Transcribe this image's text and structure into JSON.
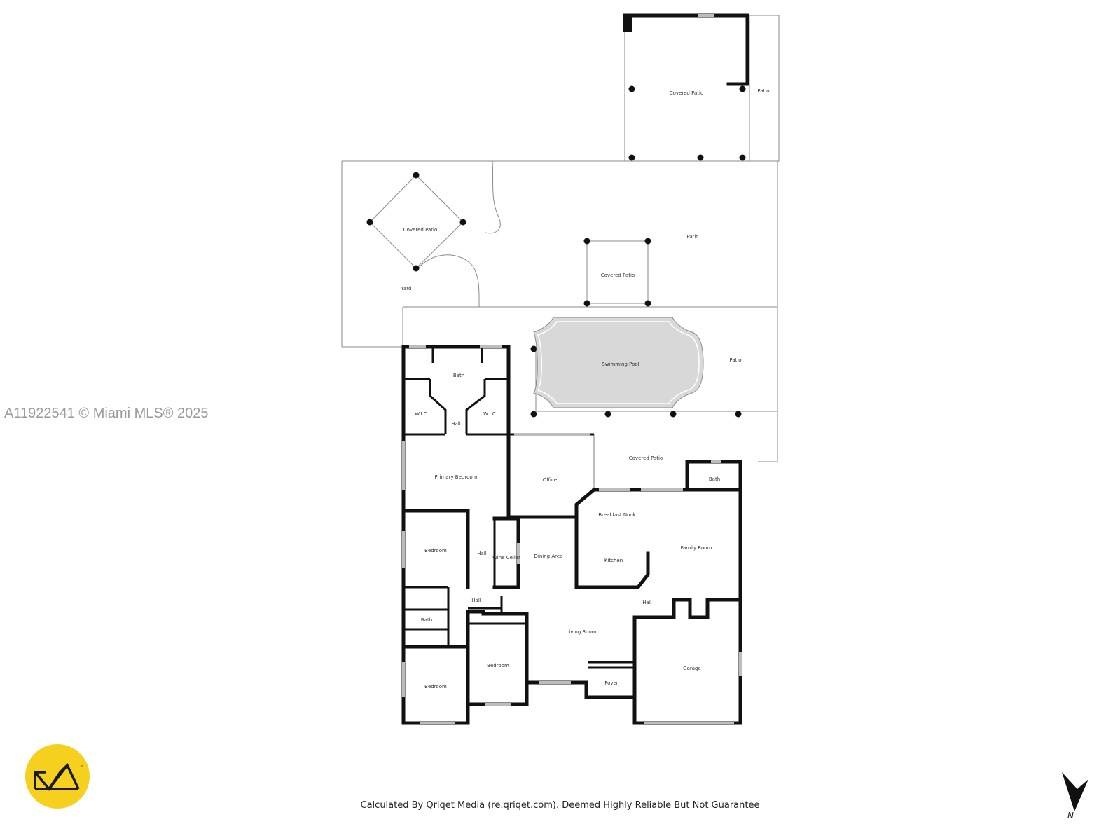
{
  "watermark": "A11922541 © Miami MLS® 2025",
  "footer": "Calculated By Qriqet Media (re.qriqet.com). Deemed Highly Reliable But Not Guarantee",
  "compass": {
    "letter": "N",
    "icon": "north-arrow-icon"
  },
  "logo": {
    "icon": "qriqet-logo-icon",
    "color": "#f5d01e",
    "tm": "™"
  },
  "rooms": {
    "covered_patio_top": "Covered Patio",
    "patio_top_right": "Patio",
    "covered_patio_diamond": "Covered Patio",
    "yard": "Yard",
    "patio_center": "Patio",
    "covered_patio_center": "Covered Patio",
    "swimming_pool": "Swimming Pool",
    "patio_pool_right": "Patio",
    "covered_patio_lower": "Covered Patio",
    "bath_primary": "Bath",
    "wic_left": "W.I.C.",
    "wic_right": "W.I.C.",
    "hall_primary": "Hall",
    "primary_bedroom": "Primary Bedroom",
    "office": "Office",
    "bath_family": "Bath",
    "breakfast_nook": "Breakfast Nook",
    "family_room": "Family Room",
    "kitchen": "Kitchen",
    "dining_area": "Dining Area",
    "wine_cellar": "Wine Cellar",
    "hall_west": "Hall",
    "bedroom_1": "Bedroom",
    "hall_center": "Hall",
    "hall_east": "Hall",
    "bath_hall": "Bath",
    "living_room": "Living Room",
    "bedroom_2": "Bedroom",
    "bedroom_3": "Bedroom",
    "garage": "Garage",
    "foyer": "Foyer"
  }
}
